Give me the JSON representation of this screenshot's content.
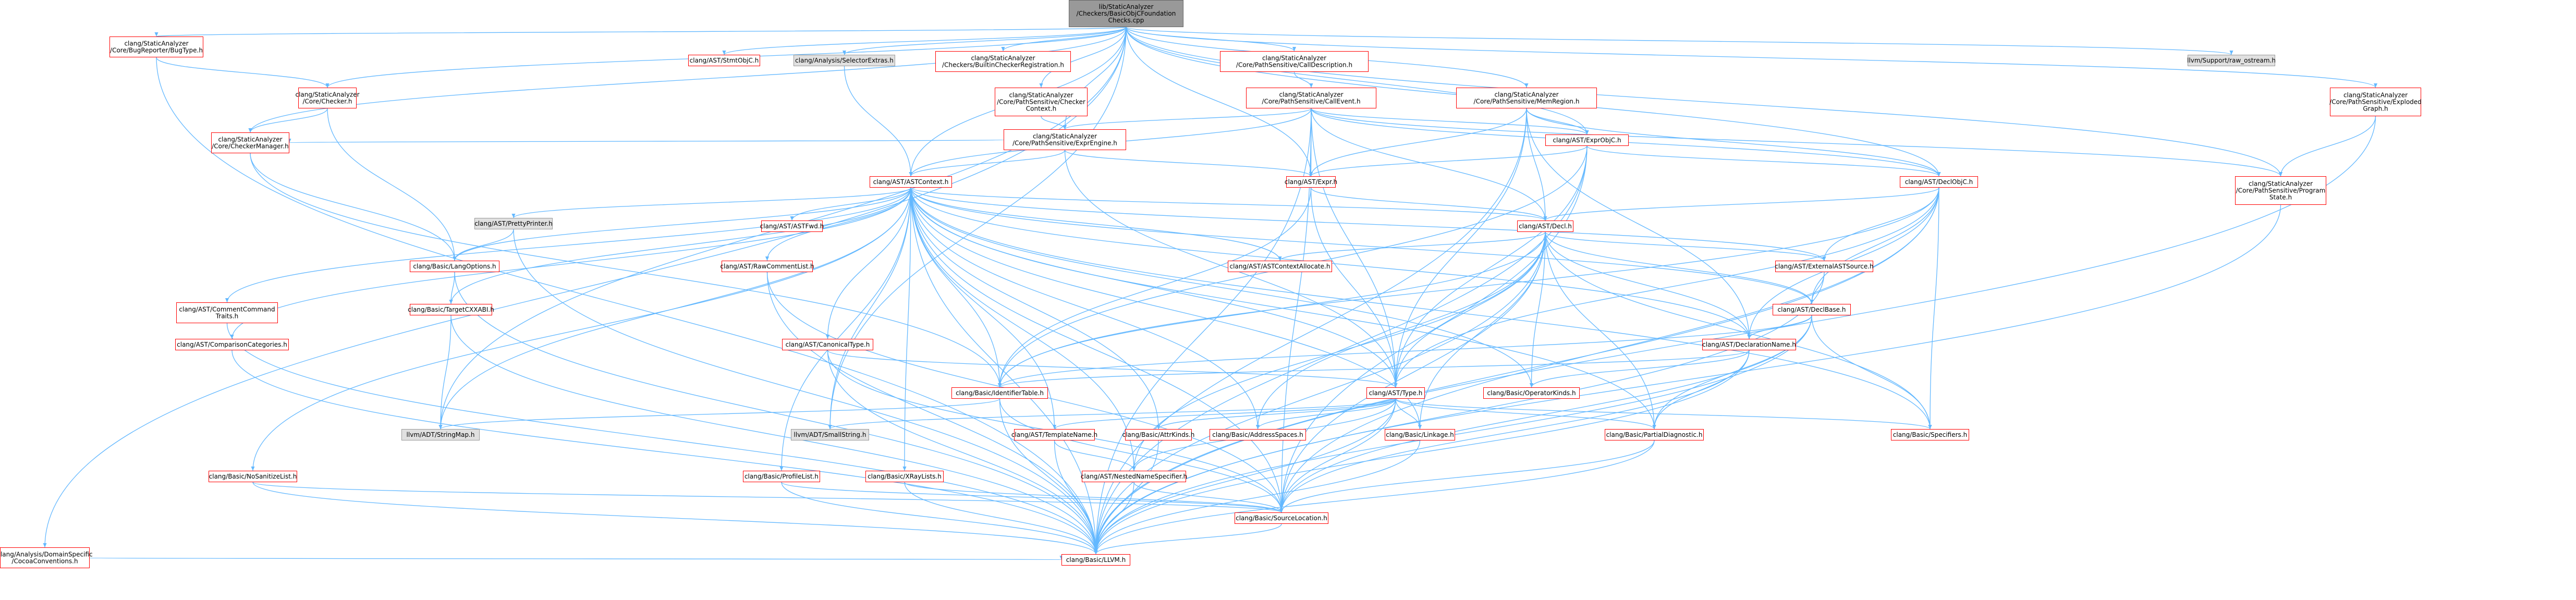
{
  "colors": {
    "edge": "#63b8ff",
    "root_fill": "#999999",
    "root_stroke": "#666666",
    "red_stroke": "#ff0000",
    "gray_stroke": "#999999",
    "gray_fill": "#e0e0e0",
    "node_fill": "#ffffff"
  },
  "nodes": [
    {
      "id": "root",
      "label": "lib/StaticAnalyzer\n/Checkers/BasicObjCFoundation\nChecks.cpp",
      "style": "root"
    },
    {
      "id": "objc_conv",
      "label": "clang/Analysis/DomainSpecific\n/CocoaConventions.h",
      "style": "red"
    },
    {
      "id": "bugtype",
      "label": "clang/StaticAnalyzer\n/Core/BugReporter/BugType.h",
      "style": "red"
    },
    {
      "id": "checker",
      "label": "clang/StaticAnalyzer\n/Core/Checker.h",
      "style": "red"
    },
    {
      "id": "checkermgr",
      "label": "clang/StaticAnalyzer\n/Core/CheckerManager.h",
      "style": "red"
    },
    {
      "id": "stmtobjc",
      "label": "clang/AST/StmtObjC.h",
      "style": "red"
    },
    {
      "id": "selext",
      "label": "clang/Analysis/SelectorExtras.h",
      "style": "gray"
    },
    {
      "id": "builtinreg",
      "label": "clang/StaticAnalyzer\n/Checkers/BuiltinCheckerRegistration.h",
      "style": "red"
    },
    {
      "id": "checkerctx",
      "label": "clang/StaticAnalyzer\n/Core/PathSensitive/Checker\nContext.h",
      "style": "red"
    },
    {
      "id": "calldesc",
      "label": "clang/StaticAnalyzer\n/Core/PathSensitive/CallDescription.h",
      "style": "red"
    },
    {
      "id": "callevent",
      "label": "clang/StaticAnalyzer\n/Core/PathSensitive/CallEvent.h",
      "style": "red"
    },
    {
      "id": "exprengine",
      "label": "clang/StaticAnalyzer\n/Core/PathSensitive/ExprEngine.h",
      "style": "red"
    },
    {
      "id": "memregion",
      "label": "clang/StaticAnalyzer\n/Core/PathSensitive/MemRegion.h",
      "style": "red"
    },
    {
      "id": "exprobjc",
      "label": "clang/AST/ExprObjC.h",
      "style": "red"
    },
    {
      "id": "astcontext",
      "label": "clang/AST/ASTContext.h",
      "style": "red"
    },
    {
      "id": "expr",
      "label": "clang/AST/Expr.h",
      "style": "red"
    },
    {
      "id": "declobjc",
      "label": "clang/AST/DeclObjC.h",
      "style": "red"
    },
    {
      "id": "progstate",
      "label": "clang/StaticAnalyzer\n/Core/PathSensitive/Program\nState.h",
      "style": "red"
    },
    {
      "id": "explgraph",
      "label": "clang/StaticAnalyzer\n/Core/PathSensitive/Exploded\nGraph.h",
      "style": "red"
    },
    {
      "id": "rawostream",
      "label": "llvm/Support/raw_ostream.h",
      "style": "gray"
    },
    {
      "id": "decl",
      "label": "clang/AST/Decl.h",
      "style": "red"
    },
    {
      "id": "prettyprinter",
      "label": "clang/AST/PrettyPrinter.h",
      "style": "gray"
    },
    {
      "id": "astfwd",
      "label": "clang/AST/ASTFwd.h",
      "style": "red"
    },
    {
      "id": "langopts",
      "label": "clang/Basic/LangOptions.h",
      "style": "red"
    },
    {
      "id": "rawcomment",
      "label": "clang/AST/RawCommentList.h",
      "style": "red"
    },
    {
      "id": "astctxalloc",
      "label": "clang/AST/ASTContextAllocate.h",
      "style": "red"
    },
    {
      "id": "extastsource",
      "label": "clang/AST/ExternalASTSource.h",
      "style": "red"
    },
    {
      "id": "declbase",
      "label": "clang/AST/DeclBase.h",
      "style": "red"
    },
    {
      "id": "targetcxxabi",
      "label": "clang/Basic/TargetCXXABI.h",
      "style": "red"
    },
    {
      "id": "commentcmd",
      "label": "clang/AST/CommentCommand\nTraits.h",
      "style": "red"
    },
    {
      "id": "compcat",
      "label": "clang/AST/ComparisonCategories.h",
      "style": "red"
    },
    {
      "id": "canontype",
      "label": "clang/AST/CanonicalType.h",
      "style": "red"
    },
    {
      "id": "declname",
      "label": "clang/AST/DeclarationName.h",
      "style": "red"
    },
    {
      "id": "identtable",
      "label": "clang/Basic/IdentifierTable.h",
      "style": "red"
    },
    {
      "id": "type",
      "label": "clang/AST/Type.h",
      "style": "red"
    },
    {
      "id": "opkinds",
      "label": "clang/Basic/OperatorKinds.h",
      "style": "red"
    },
    {
      "id": "stringmap",
      "label": "llvm/ADT/StringMap.h",
      "style": "gray"
    },
    {
      "id": "smallstring",
      "label": "llvm/ADT/SmallString.h",
      "style": "gray"
    },
    {
      "id": "templname",
      "label": "clang/AST/TemplateName.h",
      "style": "red"
    },
    {
      "id": "attrkinds",
      "label": "clang/Basic/AttrKinds.h",
      "style": "red"
    },
    {
      "id": "addrspaces",
      "label": "clang/Basic/AddressSpaces.h",
      "style": "red"
    },
    {
      "id": "linkage",
      "label": "clang/Basic/Linkage.h",
      "style": "red"
    },
    {
      "id": "partialdiag",
      "label": "clang/Basic/PartialDiagnostic.h",
      "style": "red"
    },
    {
      "id": "specifiers",
      "label": "clang/Basic/Specifiers.h",
      "style": "red"
    },
    {
      "id": "nosanlist",
      "label": "clang/Basic/NoSanitizeList.h",
      "style": "red"
    },
    {
      "id": "proflist",
      "label": "clang/Basic/ProfileList.h",
      "style": "red"
    },
    {
      "id": "xraylists",
      "label": "clang/Basic/XRayLists.h",
      "style": "red"
    },
    {
      "id": "nnspec",
      "label": "clang/AST/NestedNameSpecifier.h",
      "style": "red"
    },
    {
      "id": "srcloc",
      "label": "clang/Basic/SourceLocation.h",
      "style": "red"
    },
    {
      "id": "llvm",
      "label": "clang/Basic/LLVM.h",
      "style": "red"
    }
  ],
  "edges": [
    [
      "root",
      "objc_conv"
    ],
    [
      "root",
      "bugtype"
    ],
    [
      "root",
      "checker"
    ],
    [
      "root",
      "checkermgr"
    ],
    [
      "root",
      "stmtobjc"
    ],
    [
      "root",
      "selext"
    ],
    [
      "root",
      "builtinreg"
    ],
    [
      "root",
      "checkerctx"
    ],
    [
      "root",
      "calldesc"
    ],
    [
      "root",
      "memregion"
    ],
    [
      "root",
      "exprobjc"
    ],
    [
      "root",
      "astcontext"
    ],
    [
      "root",
      "expr"
    ],
    [
      "root",
      "declobjc"
    ],
    [
      "root",
      "progstate"
    ],
    [
      "root",
      "explgraph"
    ],
    [
      "root",
      "rawostream"
    ],
    [
      "root",
      "stringmap"
    ],
    [
      "root",
      "smallstring"
    ],
    [
      "root",
      "exprengine"
    ],
    [
      "objc_conv",
      "llvm"
    ],
    [
      "bugtype",
      "checker"
    ],
    [
      "bugtype",
      "llvm"
    ],
    [
      "checker",
      "checkermgr"
    ],
    [
      "checker",
      "langopts"
    ],
    [
      "checkermgr",
      "langopts"
    ],
    [
      "checkermgr",
      "identtable"
    ],
    [
      "selext",
      "astcontext"
    ],
    [
      "checkerctx",
      "exprengine"
    ],
    [
      "calldesc",
      "callevent"
    ],
    [
      "callevent",
      "exprengine"
    ],
    [
      "callevent",
      "expr"
    ],
    [
      "callevent",
      "decl"
    ],
    [
      "callevent",
      "declobjc"
    ],
    [
      "callevent",
      "exprobjc"
    ],
    [
      "callevent",
      "type"
    ],
    [
      "callevent",
      "astcontext"
    ],
    [
      "callevent",
      "llvm"
    ],
    [
      "callevent",
      "srcloc"
    ],
    [
      "callevent",
      "progstate"
    ],
    [
      "exprengine",
      "astcontext"
    ],
    [
      "exprengine",
      "expr"
    ],
    [
      "exprengine",
      "type"
    ],
    [
      "exprengine",
      "checkermgr"
    ],
    [
      "memregion",
      "exprobjc"
    ],
    [
      "memregion",
      "expr"
    ],
    [
      "memregion",
      "decl"
    ],
    [
      "memregion",
      "declobjc"
    ],
    [
      "memregion",
      "type"
    ],
    [
      "memregion",
      "llvm"
    ],
    [
      "memregion",
      "declname"
    ],
    [
      "exprobjc",
      "expr"
    ],
    [
      "exprobjc",
      "declobjc"
    ],
    [
      "exprobjc",
      "type"
    ],
    [
      "exprobjc",
      "llvm"
    ],
    [
      "exprobjc",
      "srcloc"
    ],
    [
      "exprobjc",
      "identtable"
    ],
    [
      "astcontext",
      "decl"
    ],
    [
      "astcontext",
      "prettyprinter"
    ],
    [
      "astcontext",
      "astfwd"
    ],
    [
      "astcontext",
      "langopts"
    ],
    [
      "astcontext",
      "rawcomment"
    ],
    [
      "astcontext",
      "astctxalloc"
    ],
    [
      "astcontext",
      "extastsource"
    ],
    [
      "astcontext",
      "declbase"
    ],
    [
      "astcontext",
      "targetcxxabi"
    ],
    [
      "astcontext",
      "commentcmd"
    ],
    [
      "astcontext",
      "compcat"
    ],
    [
      "astcontext",
      "canontype"
    ],
    [
      "astcontext",
      "declname"
    ],
    [
      "astcontext",
      "identtable"
    ],
    [
      "astcontext",
      "type"
    ],
    [
      "astcontext",
      "opkinds"
    ],
    [
      "astcontext",
      "stringmap"
    ],
    [
      "astcontext",
      "smallstring"
    ],
    [
      "astcontext",
      "templname"
    ],
    [
      "astcontext",
      "attrkinds"
    ],
    [
      "astcontext",
      "addrspaces"
    ],
    [
      "astcontext",
      "linkage"
    ],
    [
      "astcontext",
      "partialdiag"
    ],
    [
      "astcontext",
      "specifiers"
    ],
    [
      "astcontext",
      "nosanlist"
    ],
    [
      "astcontext",
      "proflist"
    ],
    [
      "astcontext",
      "xraylists"
    ],
    [
      "astcontext",
      "nnspec"
    ],
    [
      "astcontext",
      "srcloc"
    ],
    [
      "astcontext",
      "llvm"
    ],
    [
      "expr",
      "decl"
    ],
    [
      "expr",
      "type"
    ],
    [
      "expr",
      "identtable"
    ],
    [
      "declobjc",
      "decl"
    ],
    [
      "declobjc",
      "declbase"
    ],
    [
      "declobjc",
      "extastsource"
    ],
    [
      "declobjc",
      "type"
    ],
    [
      "declobjc",
      "llvm"
    ],
    [
      "declobjc",
      "srcloc"
    ],
    [
      "declobjc",
      "specifiers"
    ],
    [
      "declobjc",
      "identtable"
    ],
    [
      "declobjc",
      "declname"
    ],
    [
      "progstate",
      "llvm"
    ],
    [
      "explgraph",
      "progstate"
    ],
    [
      "explgraph",
      "llvm"
    ],
    [
      "decl",
      "astctxalloc"
    ],
    [
      "decl",
      "extastsource"
    ],
    [
      "decl",
      "declbase"
    ],
    [
      "decl",
      "declname"
    ],
    [
      "decl",
      "type"
    ],
    [
      "decl",
      "identtable"
    ],
    [
      "decl",
      "linkage"
    ],
    [
      "decl",
      "partialdiag"
    ],
    [
      "decl",
      "specifiers"
    ],
    [
      "decl",
      "srcloc"
    ],
    [
      "decl",
      "llvm"
    ],
    [
      "decl",
      "nnspec"
    ],
    [
      "decl",
      "addrspaces"
    ],
    [
      "decl",
      "opkinds"
    ],
    [
      "prettyprinter",
      "langopts"
    ],
    [
      "prettyprinter",
      "llvm"
    ],
    [
      "langopts",
      "targetcxxabi"
    ],
    [
      "langopts",
      "llvm"
    ],
    [
      "rawcomment",
      "srcloc"
    ],
    [
      "rawcomment",
      "llvm"
    ],
    [
      "extastsource",
      "declbase"
    ],
    [
      "extastsource",
      "llvm"
    ],
    [
      "declbase",
      "declname"
    ],
    [
      "declbase",
      "specifiers"
    ],
    [
      "declbase",
      "srcloc"
    ],
    [
      "declbase",
      "llvm"
    ],
    [
      "declbase",
      "partialdiag"
    ],
    [
      "declbase",
      "identtable"
    ],
    [
      "targetcxxabi",
      "stringmap"
    ],
    [
      "targetcxxabi",
      "llvm"
    ],
    [
      "commentcmd",
      "llvm"
    ],
    [
      "compcat",
      "llvm"
    ],
    [
      "canontype",
      "type"
    ],
    [
      "canontype",
      "srcloc"
    ],
    [
      "canontype",
      "llvm"
    ],
    [
      "declname",
      "identtable"
    ],
    [
      "declname",
      "opkinds"
    ],
    [
      "declname",
      "partialdiag"
    ],
    [
      "declname",
      "llvm"
    ],
    [
      "declname",
      "srcloc"
    ],
    [
      "identtable",
      "stringmap"
    ],
    [
      "identtable",
      "llvm"
    ],
    [
      "identtable",
      "srcloc"
    ],
    [
      "type",
      "attrkinds"
    ],
    [
      "type",
      "addrspaces"
    ],
    [
      "type",
      "linkage"
    ],
    [
      "type",
      "partialdiag"
    ],
    [
      "type",
      "specifiers"
    ],
    [
      "type",
      "templname"
    ],
    [
      "type",
      "nnspec"
    ],
    [
      "type",
      "srcloc"
    ],
    [
      "type",
      "llvm"
    ],
    [
      "type",
      "smallstring"
    ],
    [
      "templname",
      "nnspec"
    ],
    [
      "templname",
      "llvm"
    ],
    [
      "attrkinds",
      "llvm"
    ],
    [
      "linkage",
      "llvm"
    ],
    [
      "partialdiag",
      "srcloc"
    ],
    [
      "partialdiag",
      "llvm"
    ],
    [
      "nosanlist",
      "srcloc"
    ],
    [
      "nosanlist",
      "llvm"
    ],
    [
      "proflist",
      "srcloc"
    ],
    [
      "proflist",
      "llvm"
    ],
    [
      "xraylists",
      "srcloc"
    ],
    [
      "xraylists",
      "llvm"
    ],
    [
      "nnspec",
      "srcloc"
    ],
    [
      "nnspec",
      "llvm"
    ],
    [
      "srcloc",
      "llvm"
    ]
  ]
}
